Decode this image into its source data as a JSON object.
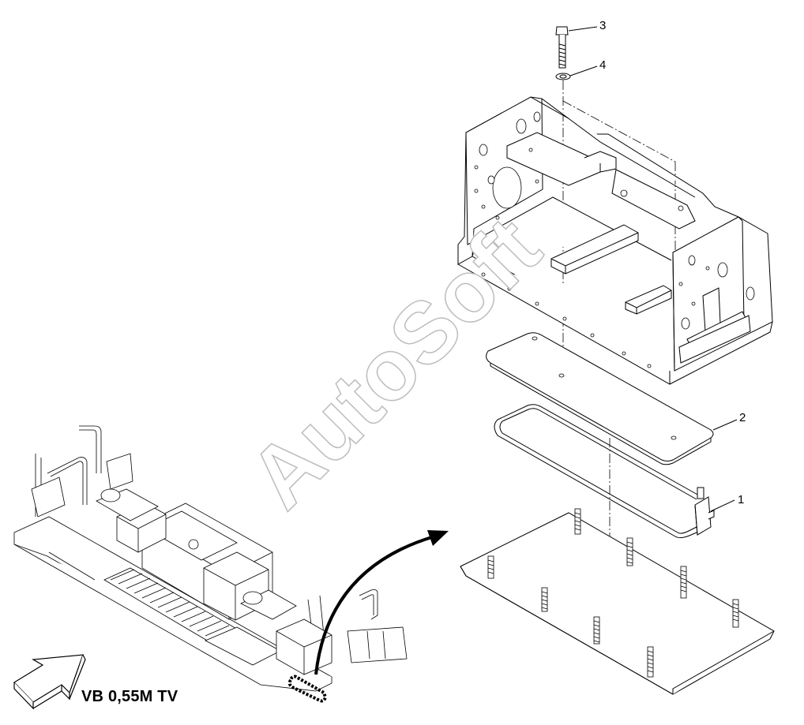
{
  "drawing": {
    "model_label": "VB 0,55M TV",
    "watermark": "AutoSoft",
    "callouts": [
      {
        "id": "1",
        "text": "1"
      },
      {
        "id": "2",
        "text": "2"
      },
      {
        "id": "3",
        "text": "3"
      },
      {
        "id": "4",
        "text": "4"
      }
    ],
    "line_color": "#000000",
    "background": "#ffffff"
  }
}
